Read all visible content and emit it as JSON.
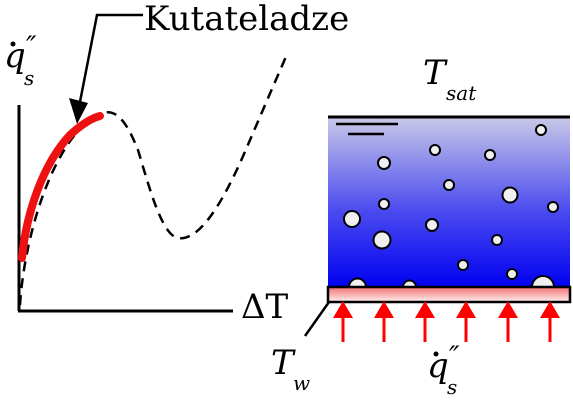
{
  "labels": {
    "kutateladze": "Kutateladze",
    "heat_flux_axis": "q",
    "heat_flux_axis_sub": "s",
    "heat_flux_axis_prime": "″",
    "delta_t": "ΔT",
    "t_sat": "T",
    "t_sat_sub": "sat",
    "t_wall": "T",
    "t_wall_sub": "w",
    "heat_flux_bottom": "q",
    "heat_flux_bottom_sub": "s",
    "heat_flux_bottom_prime": "″"
  },
  "colors": {
    "red_curve": "#ee1111",
    "liquid_top": "#c9c9e8",
    "liquid_bottom": "#0000f0",
    "heater_plate": "#f07070",
    "arrow_red": "#ff0000",
    "bubble_fill": "#f0f0f0"
  },
  "icons": {
    "heat_arrow": "up-arrow-icon",
    "bubble": "vapor-bubble-icon"
  }
}
